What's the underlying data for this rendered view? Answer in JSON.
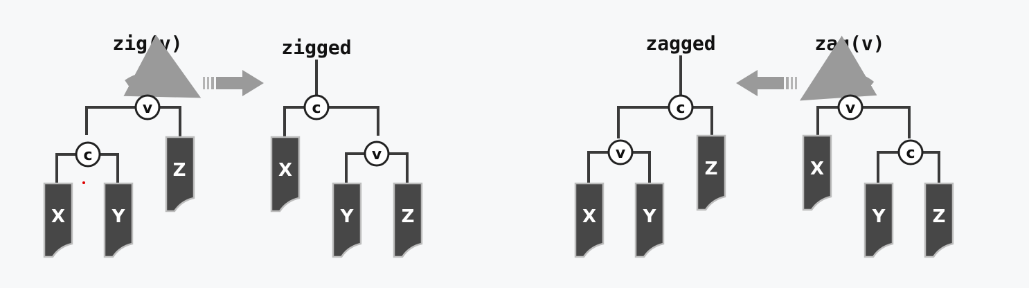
{
  "panels": {
    "zig_before": {
      "label": "zig(v)",
      "top": "v",
      "mid": "c",
      "leaf_top": "Z",
      "leaf_a": "X",
      "leaf_b": "Y"
    },
    "zig_after": {
      "label": "zigged",
      "top": "c",
      "mid": "v",
      "leaf_top": "X",
      "leaf_a": "Y",
      "leaf_b": "Z"
    },
    "zag_after": {
      "label": "zagged",
      "top": "c",
      "mid": "v",
      "leaf_top": "Z",
      "leaf_a": "X",
      "leaf_b": "Y"
    },
    "zag_before": {
      "label": "zag(v)",
      "top": "v",
      "mid": "c",
      "leaf_top": "X",
      "leaf_a": "Y",
      "leaf_b": "Z"
    }
  },
  "colors": {
    "background": "#f7f8f9",
    "edge": "#3a3a3a",
    "subtree_fill": "#474747",
    "subtree_border": "#bdbdbd",
    "arrow": "#9a9a9a"
  },
  "icons": {
    "rotate_clockwise": "rotate-clockwise-icon",
    "rotate_counterclockwise": "rotate-counterclockwise-icon",
    "transform_right": "arrow-right-icon",
    "transform_left": "arrow-left-icon"
  }
}
